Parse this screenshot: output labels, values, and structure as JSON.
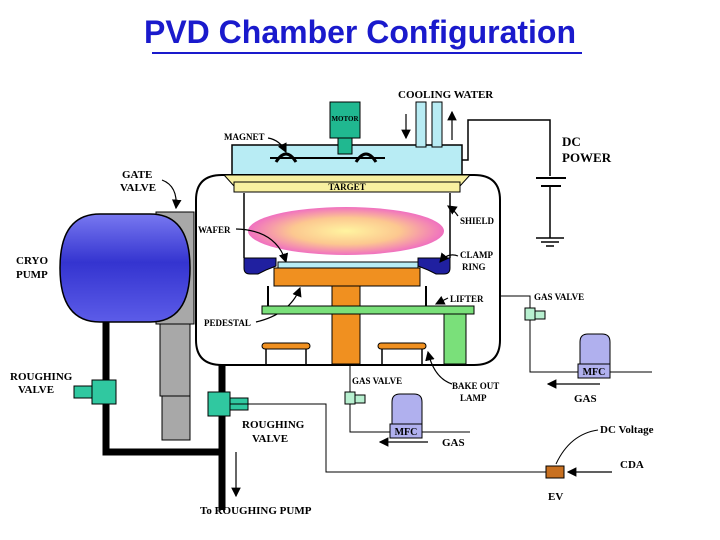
{
  "title": "PVD Chamber Configuration",
  "labels": {
    "cooling_water": "COOLING WATER",
    "motor": "MOTOR",
    "magnet": "MAGNET",
    "dc_power_line1": "DC",
    "dc_power_line2": "POWER",
    "gate_valve_line1": "GATE",
    "gate_valve_line2": "VALVE",
    "target": "TARGET",
    "shield": "SHIELD",
    "wafer": "WAFER",
    "cryo_pump_line1": "CRYO",
    "cryo_pump_line2": "PUMP",
    "clamp_ring_line1": "CLAMP",
    "clamp_ring_line2": "RING",
    "lifter": "LIFTER",
    "gas_valve_right": "GAS VALVE",
    "pedestal": "PEDESTAL",
    "mfc_right": "MFC",
    "gas_right": "GAS",
    "roughing_valve_left_line1": "ROUGHING",
    "roughing_valve_left_line2": "VALVE",
    "gas_valve_bottom": "GAS VALVE",
    "bake_out_lamp_line1": "BAKE OUT",
    "bake_out_lamp_line2": "LAMP",
    "roughing_valve_mid_line1": "ROUGHING",
    "roughing_valve_mid_line2": "VALVE",
    "mfc_bottom": "MFC",
    "gas_bottom": "GAS",
    "dc_voltage": "DC Voltage",
    "cda": "CDA",
    "ev": "EV",
    "to_roughing_pump": "To ROUGHING PUMP"
  },
  "colors": {
    "title": "#1a1acc",
    "cryo_pump": "#3a3ad8",
    "cooling_jacket": "#b8ecf4",
    "target": "#f8f0a0",
    "plasma_outer": "#f08cc8",
    "plasma_inner": "#fff0a0",
    "pedestal": "#f09020",
    "lifter": "#7ae07a",
    "clamp": "#2020a0",
    "motor": "#20b890",
    "valve": "#30c8a0",
    "mfc": "#b0b0ee",
    "ev": "#c87020",
    "gate_valve": "#a8a8a8"
  }
}
